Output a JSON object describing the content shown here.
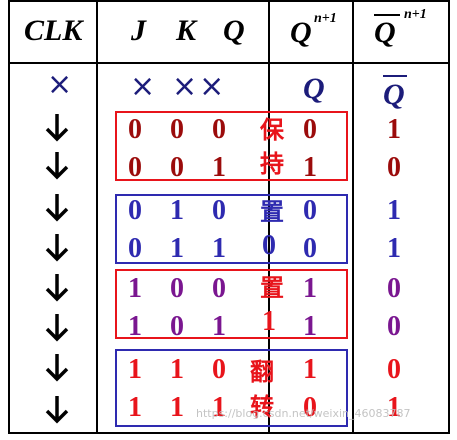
{
  "colors": {
    "black": "#000000",
    "red": "#e8141b",
    "dark_red": "#9b0b0b",
    "blue": "#2e2ab0",
    "purple": "#7a1690",
    "navy": "#1c1c7a",
    "watermark": "#bfbfbf"
  },
  "header": {
    "clk": "CLK",
    "j": "J",
    "k": "K",
    "q": "Q",
    "qn1_base": "Q",
    "qn1_sup": "n+1",
    "qbar_base": "Q",
    "qbar_sup": "n+1"
  },
  "first_row": {
    "clk_symbol": "×",
    "jkq_symbols": [
      "×",
      "××"
    ],
    "qn1": "Q",
    "qbar": "Q"
  },
  "groups": [
    {
      "label_chars": [
        "保",
        "持"
      ],
      "rows": [
        {
          "j": "0",
          "k": "0",
          "q": "0",
          "qn1": "0",
          "qbar": "1"
        },
        {
          "j": "0",
          "k": "0",
          "q": "1",
          "qn1": "1",
          "qbar": "0"
        }
      ]
    },
    {
      "label_chars": [
        "置",
        "0"
      ],
      "rows": [
        {
          "j": "0",
          "k": "1",
          "q": "0",
          "qn1": "0",
          "qbar": "1"
        },
        {
          "j": "0",
          "k": "1",
          "q": "1",
          "qn1": "0",
          "qbar": "1"
        }
      ]
    },
    {
      "label_chars": [
        "置",
        "1"
      ],
      "rows": [
        {
          "j": "1",
          "k": "0",
          "q": "0",
          "qn1": "1",
          "qbar": "0"
        },
        {
          "j": "1",
          "k": "0",
          "q": "1",
          "qn1": "1",
          "qbar": "0"
        }
      ]
    },
    {
      "label_chars": [
        "翻",
        "转"
      ],
      "rows": [
        {
          "j": "1",
          "k": "1",
          "q": "0",
          "qn1": "1",
          "qbar": "0"
        },
        {
          "j": "1",
          "k": "1",
          "q": "1",
          "qn1": "0",
          "qbar": "1"
        }
      ]
    }
  ],
  "watermark": "https://blog.csdn.net/weixin_46083787"
}
